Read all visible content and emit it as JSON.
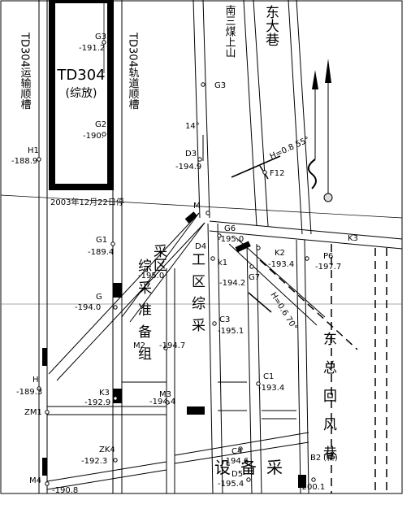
{
  "panels": {
    "center": {
      "code": "TD304",
      "note": "(综放)"
    },
    "left_roadway": "TD304运输顺槽",
    "right_roadway": "TD304轨道顺槽"
  },
  "roadways": {
    "n_upper_hill": "南三煤上山",
    "east_main": "东大巷",
    "east_return": "东总回风巷"
  },
  "notes": {
    "stop_date": "2003年12月22日停",
    "angle_14": "14°",
    "fault1": "H=0.8 55°",
    "fault2": "H=0.6 70°"
  },
  "overlay_chars": {
    "column_a": "综采准备组",
    "column_b": "工区综采",
    "column_c": "采区",
    "bottom": "设备采"
  },
  "stations": [
    {
      "id": "G3",
      "elev": "-191.2"
    },
    {
      "id": "G2",
      "elev": "-190."
    },
    {
      "id": "H1",
      "elev": "-188.9"
    },
    {
      "id": "G3b",
      "label": "G3"
    },
    {
      "id": "D3",
      "elev": "-194.9"
    },
    {
      "id": "F12",
      "label": "F12"
    },
    {
      "id": "M",
      "label": "M"
    },
    {
      "id": "G6",
      "elev": "-195.0"
    },
    {
      "id": "K3",
      "label": "K3"
    },
    {
      "id": "P6",
      "elev": "-197.7"
    },
    {
      "id": "K2",
      "elev": "-193.4"
    },
    {
      "id": "G1",
      "elev": "-189.4"
    },
    {
      "id": "D4",
      "label": "D4"
    },
    {
      "id": "k1",
      "elev": "-194.2"
    },
    {
      "id": "G",
      "elev": "-194.0"
    },
    {
      "id": "C3",
      "elev": "-195.1"
    },
    {
      "id": "M2",
      "elev": "-194.7"
    },
    {
      "id": "C1",
      "elev": "-193.4"
    },
    {
      "id": "H",
      "elev": "-189.3"
    },
    {
      "id": "K3b",
      "label": "K3",
      "elev": "-192.9"
    },
    {
      "id": "M3",
      "elev": "-194.4"
    },
    {
      "id": "ZM1",
      "label": "ZM1"
    },
    {
      "id": "ZK4",
      "elev": "-192.3"
    },
    {
      "id": "C4",
      "elev": "-194.6"
    },
    {
      "id": "D5",
      "elev": "-195.4"
    },
    {
      "id": "M4",
      "elev": "-190.8"
    },
    {
      "id": "B2",
      "elev": "-200.1",
      "note": "(新)"
    }
  ],
  "misc_labels": {
    "elev_1950": "-195.0",
    "g7": "G7"
  },
  "colors": {
    "ink": "#000000",
    "paper": "#ffffff"
  }
}
